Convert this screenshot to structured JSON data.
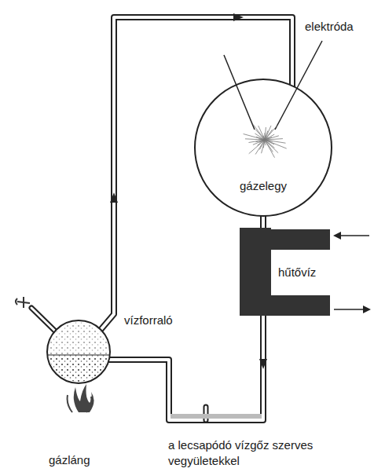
{
  "diagram": {
    "nodes": [
      {
        "text": [
          "gázelegy"
        ]
      }
    ],
    "labels": [
      "elektróda",
      "hűtővíz",
      "vízforraló",
      "a lecsapódó vízgőz szerves vegyületekkel",
      "gázláng"
    ]
  }
}
